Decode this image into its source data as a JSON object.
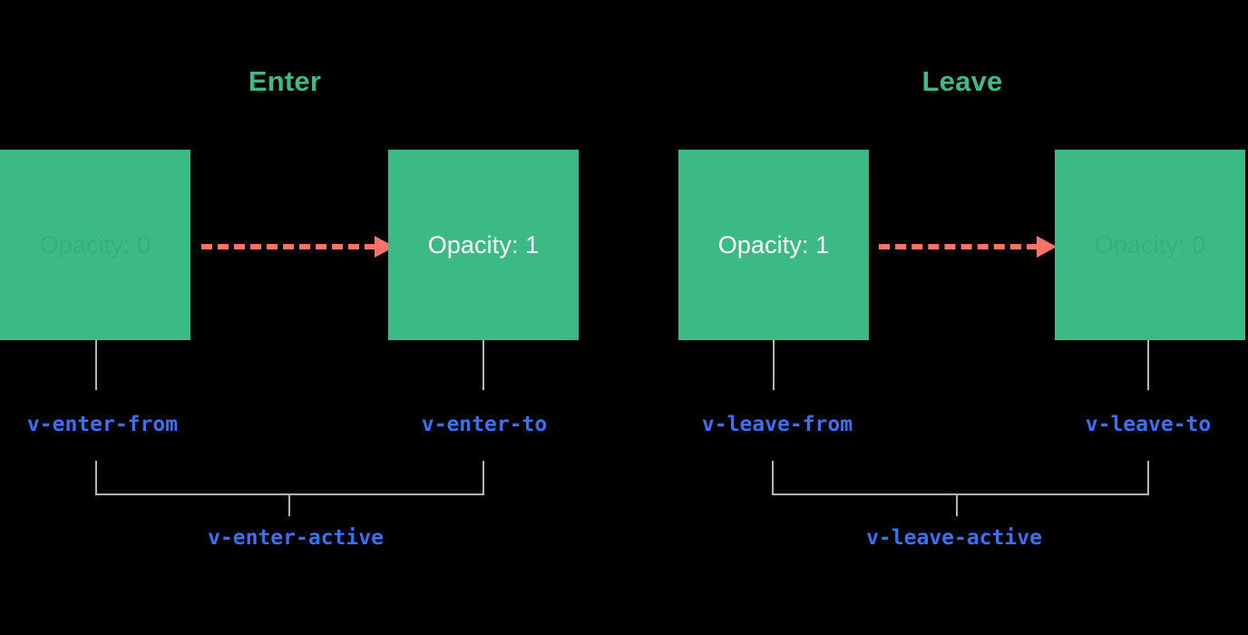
{
  "background_color": "#000000",
  "palette": {
    "box_green": "#3cba85",
    "title_green": "#42b883",
    "arrow_red": "#fb7268",
    "label_blue": "#3b6ff5",
    "connector_gray": "#b5b5b5",
    "box_text_white": "#ffffff"
  },
  "diagram": {
    "sections": [
      {
        "title": "Enter",
        "boxes": [
          {
            "label": "Opacity: 0",
            "state": "faded"
          },
          {
            "label": "Opacity: 1",
            "state": "solid"
          }
        ],
        "class_labels": [
          "v-enter-from",
          "v-enter-to"
        ],
        "active_label": "v-enter-active"
      },
      {
        "title": "Leave",
        "boxes": [
          {
            "label": "Opacity: 1",
            "state": "solid"
          },
          {
            "label": "Opacity: 0",
            "state": "faded"
          }
        ],
        "class_labels": [
          "v-leave-from",
          "v-leave-to"
        ],
        "active_label": "v-leave-active"
      }
    ]
  }
}
